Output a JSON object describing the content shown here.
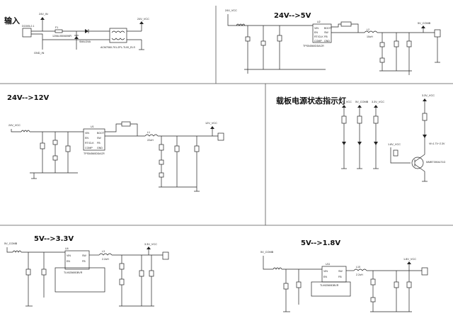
{
  "sections": {
    "input": {
      "title": "输入",
      "connector_ref": "DC005-2.1",
      "net_in": "24V_IN",
      "net_gnd": "GND_IN",
      "fuse": "F1",
      "fuse_val": "1206L050/60WR",
      "net_out": "24V_VCC",
      "tvs_label": "SMAJ24A",
      "cmc_label": "ACM7060-701-2PL-TL00_ELS"
    },
    "v5": {
      "title": "24V-->5V",
      "net_in": "24V_VCC",
      "ic_ref": "U2",
      "ic_name": "TPS54560DDACR",
      "pins_left": [
        "VIN",
        "EN",
        "RT/CLK",
        "COMP"
      ],
      "pins_right": [
        "BOOT",
        "SW",
        "FB",
        "GND"
      ],
      "inductor": "L2",
      "inductor_val": "10uH",
      "net_out": "5V_COMB"
    },
    "v12": {
      "title": "24V-->12V",
      "net_in": "24V_VCC",
      "ic_ref": "U1",
      "ic_name": "TPS54560DDACR",
      "pins_left": [
        "VIN",
        "EN",
        "RT/CLK",
        "COMP"
      ],
      "pins_right": [
        "BOOT",
        "SW",
        "FB",
        "GND"
      ],
      "inductor": "L1",
      "inductor_val": "22uH",
      "net_out": "12V_VCC"
    },
    "led": {
      "title": "载板电源状态指示灯",
      "nets": [
        "12V_VCC",
        "5V_COMB",
        "3.3V_VCC"
      ],
      "net_top": "3.3V_VCC",
      "net_left": "1.8V_VCC",
      "vf_note": "Vf=1.7V~2.3V",
      "transistor": "MMBT3904LT1G"
    },
    "v33": {
      "title": "5V-->3.3V",
      "net_in": "5V_COMB",
      "ic_ref": "U4",
      "ic_name": "TLV62569DBVR",
      "pins_left": [
        "VIN",
        "EN"
      ],
      "pins_right": [
        "SW",
        "FB"
      ],
      "inductor": "L3",
      "inductor_val": "2.2uH",
      "net_out": "3.3V_VCC"
    },
    "v18": {
      "title": "5V-->1.8V",
      "net_in": "5V_COMB",
      "ic_ref": "U11",
      "ic_name": "TLV62569DBVR",
      "pins_left": [
        "VIN",
        "EN"
      ],
      "pins_right": [
        "SW",
        "FB"
      ],
      "inductor": "L10",
      "inductor_val": "2.2uH",
      "net_out": "1.8V_VCC"
    }
  },
  "colors": {
    "line": "#222222",
    "divider": "#555555",
    "background": "#ffffff"
  }
}
